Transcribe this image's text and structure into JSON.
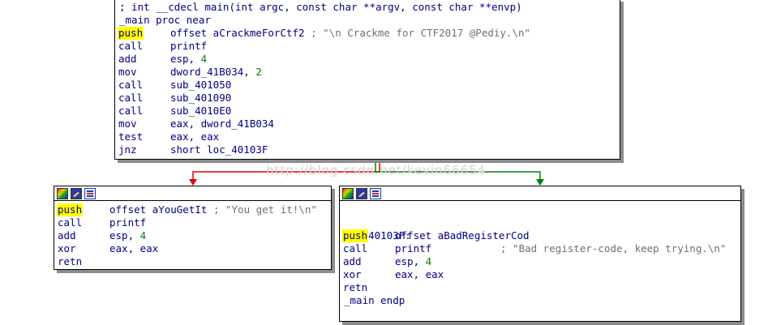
{
  "watermark": "http://blog.csdn.net/kevin66654",
  "colors": {
    "mnemonic": "#000080",
    "number": "#008000",
    "comment": "#707070",
    "highlight": "#ffff00",
    "edge_false": "#e00000",
    "edge_true": "#008000"
  },
  "main_block": {
    "header": "; int __cdecl main(int argc, const char **argv, const char **envp)",
    "proc": "_main proc near",
    "lines": [
      {
        "mn": "push",
        "op": "offset aCrackmeForCtf2",
        "cmt": "; \"\\n Crackme for CTF2017 @Pediy.\\n\"",
        "hl": true
      },
      {
        "mn": "call",
        "op": "printf"
      },
      {
        "mn": "add",
        "op": "esp,",
        "num": "4"
      },
      {
        "mn": "mov",
        "op": "dword_41B034,",
        "num": "2"
      },
      {
        "mn": "call",
        "op": "sub_401050"
      },
      {
        "mn": "call",
        "op": "sub_401090"
      },
      {
        "mn": "call",
        "op": "sub_4010E0"
      },
      {
        "mn": "mov",
        "op": "eax, dword_41B034"
      },
      {
        "mn": "test",
        "op": "eax, eax"
      },
      {
        "mn": "jnz",
        "op": "short loc_40103F"
      }
    ]
  },
  "left_block": {
    "icons": [
      "graph-overview-icon",
      "edit-color-icon",
      "list-view-icon"
    ],
    "lines": [
      {
        "mn": "push",
        "op": "offset aYouGetIt",
        "cmt": "; \"You get it!\\n\"",
        "hl": true
      },
      {
        "mn": "call",
        "op": "printf"
      },
      {
        "mn": "add",
        "op": "esp,",
        "num": "4"
      },
      {
        "mn": "xor",
        "op": "eax, eax"
      },
      {
        "mn": "retn",
        "op": ""
      }
    ]
  },
  "right_block": {
    "icons": [
      "graph-overview-icon",
      "edit-color-icon",
      "list-view-icon"
    ],
    "label": "loc_40103F:",
    "label_comment": "; \"Bad register-code, keep trying.\\n\"",
    "lines": [
      {
        "mn": "push",
        "op": "offset aBadRegisterCod",
        "hl": true
      },
      {
        "mn": "call",
        "op": "printf"
      },
      {
        "mn": "add",
        "op": "esp,",
        "num": "4"
      },
      {
        "mn": "xor",
        "op": "eax, eax"
      },
      {
        "mn": "retn",
        "op": ""
      }
    ],
    "endp": "_main endp"
  }
}
